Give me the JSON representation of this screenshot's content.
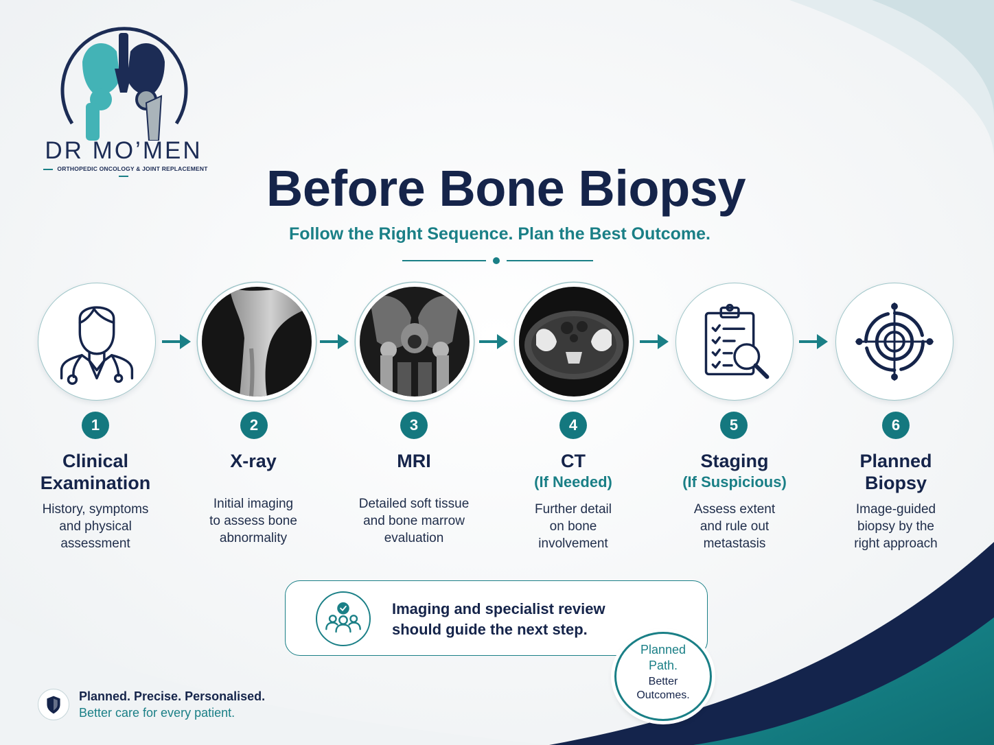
{
  "brand": {
    "name": "DR MO’MEN",
    "tagline": "ORTHOPEDIC ONCOLOGY & JOINT REPLACEMENT"
  },
  "header": {
    "title": "Before Bone Biopsy",
    "subtitle": "Follow the Right Sequence. Plan the Best Outcome."
  },
  "colors": {
    "navy": "#15244a",
    "teal": "#1a7f86",
    "background": "#f4f6f7"
  },
  "steps": [
    {
      "number": "1",
      "title_line1": "Clinical",
      "title_line2": "Examination",
      "condition": "",
      "desc1": "History, symptoms",
      "desc2": "and physical",
      "desc3": "assessment",
      "icon": "doctor-icon"
    },
    {
      "number": "2",
      "title_line1": "X-ray",
      "title_line2": "",
      "condition": "",
      "desc1": "Initial imaging",
      "desc2": "to assess bone",
      "desc3": "abnormality",
      "icon": "xray-image"
    },
    {
      "number": "3",
      "title_line1": "MRI",
      "title_line2": "",
      "condition": "",
      "desc1": "Detailed soft tissue",
      "desc2": "and bone marrow",
      "desc3": "evaluation",
      "icon": "mri-image"
    },
    {
      "number": "4",
      "title_line1": "CT",
      "title_line2": "",
      "condition": "(If Needed)",
      "desc1": "Further detail",
      "desc2": "on bone",
      "desc3": "involvement",
      "icon": "ct-image"
    },
    {
      "number": "5",
      "title_line1": "Staging",
      "title_line2": "",
      "condition": "(If Suspicious)",
      "desc1": "Assess extent",
      "desc2": "and rule out",
      "desc3": "metastasis",
      "icon": "clipboard-search-icon"
    },
    {
      "number": "6",
      "title_line1": "Planned",
      "title_line2": "Biopsy",
      "condition": "",
      "desc1": "Image-guided",
      "desc2": "biopsy by the",
      "desc3": "right approach",
      "icon": "target-icon"
    }
  ],
  "note": {
    "line1": "Imaging and specialist review",
    "line2": "should guide the next step.",
    "icon": "team-check-icon"
  },
  "badge": {
    "line1a": "Planned",
    "line1b": "Path.",
    "line2a": "Better",
    "line2b": "Outcomes."
  },
  "footer": {
    "line1": "Planned. Precise. Personalised.",
    "line2": "Better care for every patient.",
    "icon": "shield-icon"
  }
}
